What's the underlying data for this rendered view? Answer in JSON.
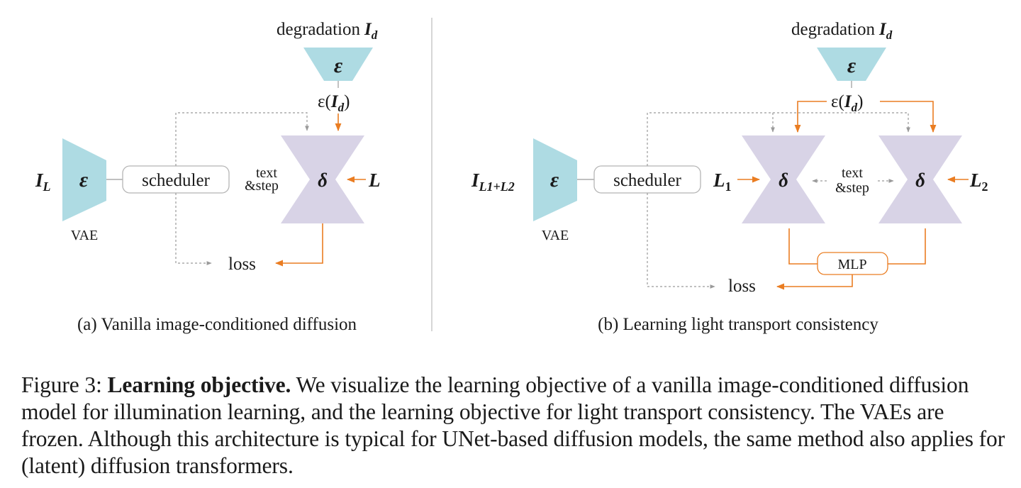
{
  "colors": {
    "encoder": "#aedbe3",
    "unet": "#d8d3e6",
    "orange": "#ea7d22",
    "gray": "#9a9a9a",
    "box_border": "#b5b5b5"
  },
  "panel_a": {
    "degradation_label": "degradation",
    "degradation_symbol": "I",
    "degradation_sub": "d",
    "top_encoder_symbol": "ε",
    "encoded_label": "ε(",
    "encoded_symbol": "I",
    "encoded_sub": "d",
    "encoded_close": ")",
    "input_symbol": "I",
    "input_sub": "L",
    "vae_symbol": "ε",
    "vae_label": "VAE",
    "scheduler_label": "scheduler",
    "text_label": "text",
    "step_label": "&step",
    "unet_symbol": "δ",
    "light_label": "L",
    "loss_label": "loss",
    "caption": "(a) Vanilla image-conditioned diffusion"
  },
  "panel_b": {
    "degradation_label": "degradation",
    "degradation_symbol": "I",
    "degradation_sub": "d",
    "top_encoder_symbol": "ε",
    "encoded_label": "ε(",
    "encoded_symbol": "I",
    "encoded_sub": "d",
    "encoded_close": ")",
    "input_symbol": "I",
    "input_sub": "L1+L2",
    "vae_symbol": "ε",
    "vae_label": "VAE",
    "scheduler_label": "scheduler",
    "light1_label": "L",
    "light1_sub": "1",
    "light2_label": "L",
    "light2_sub": "2",
    "unet_symbol": "δ",
    "text_label": "text",
    "step_label": "&step",
    "mlp_label": "MLP",
    "loss_label": "loss",
    "caption": "(b) Learning light transport consistency"
  },
  "figure_caption": {
    "prefix": "Figure 3: ",
    "bold": "Learning objective.",
    "body": " We visualize the learning objective of a vanilla image-conditioned diffusion model for illumination learning, and the learning objective for light transport consistency. The VAEs are frozen. Although this architecture is typical for UNet-based diffusion models, the same method also applies for (latent) diffusion transformers."
  }
}
